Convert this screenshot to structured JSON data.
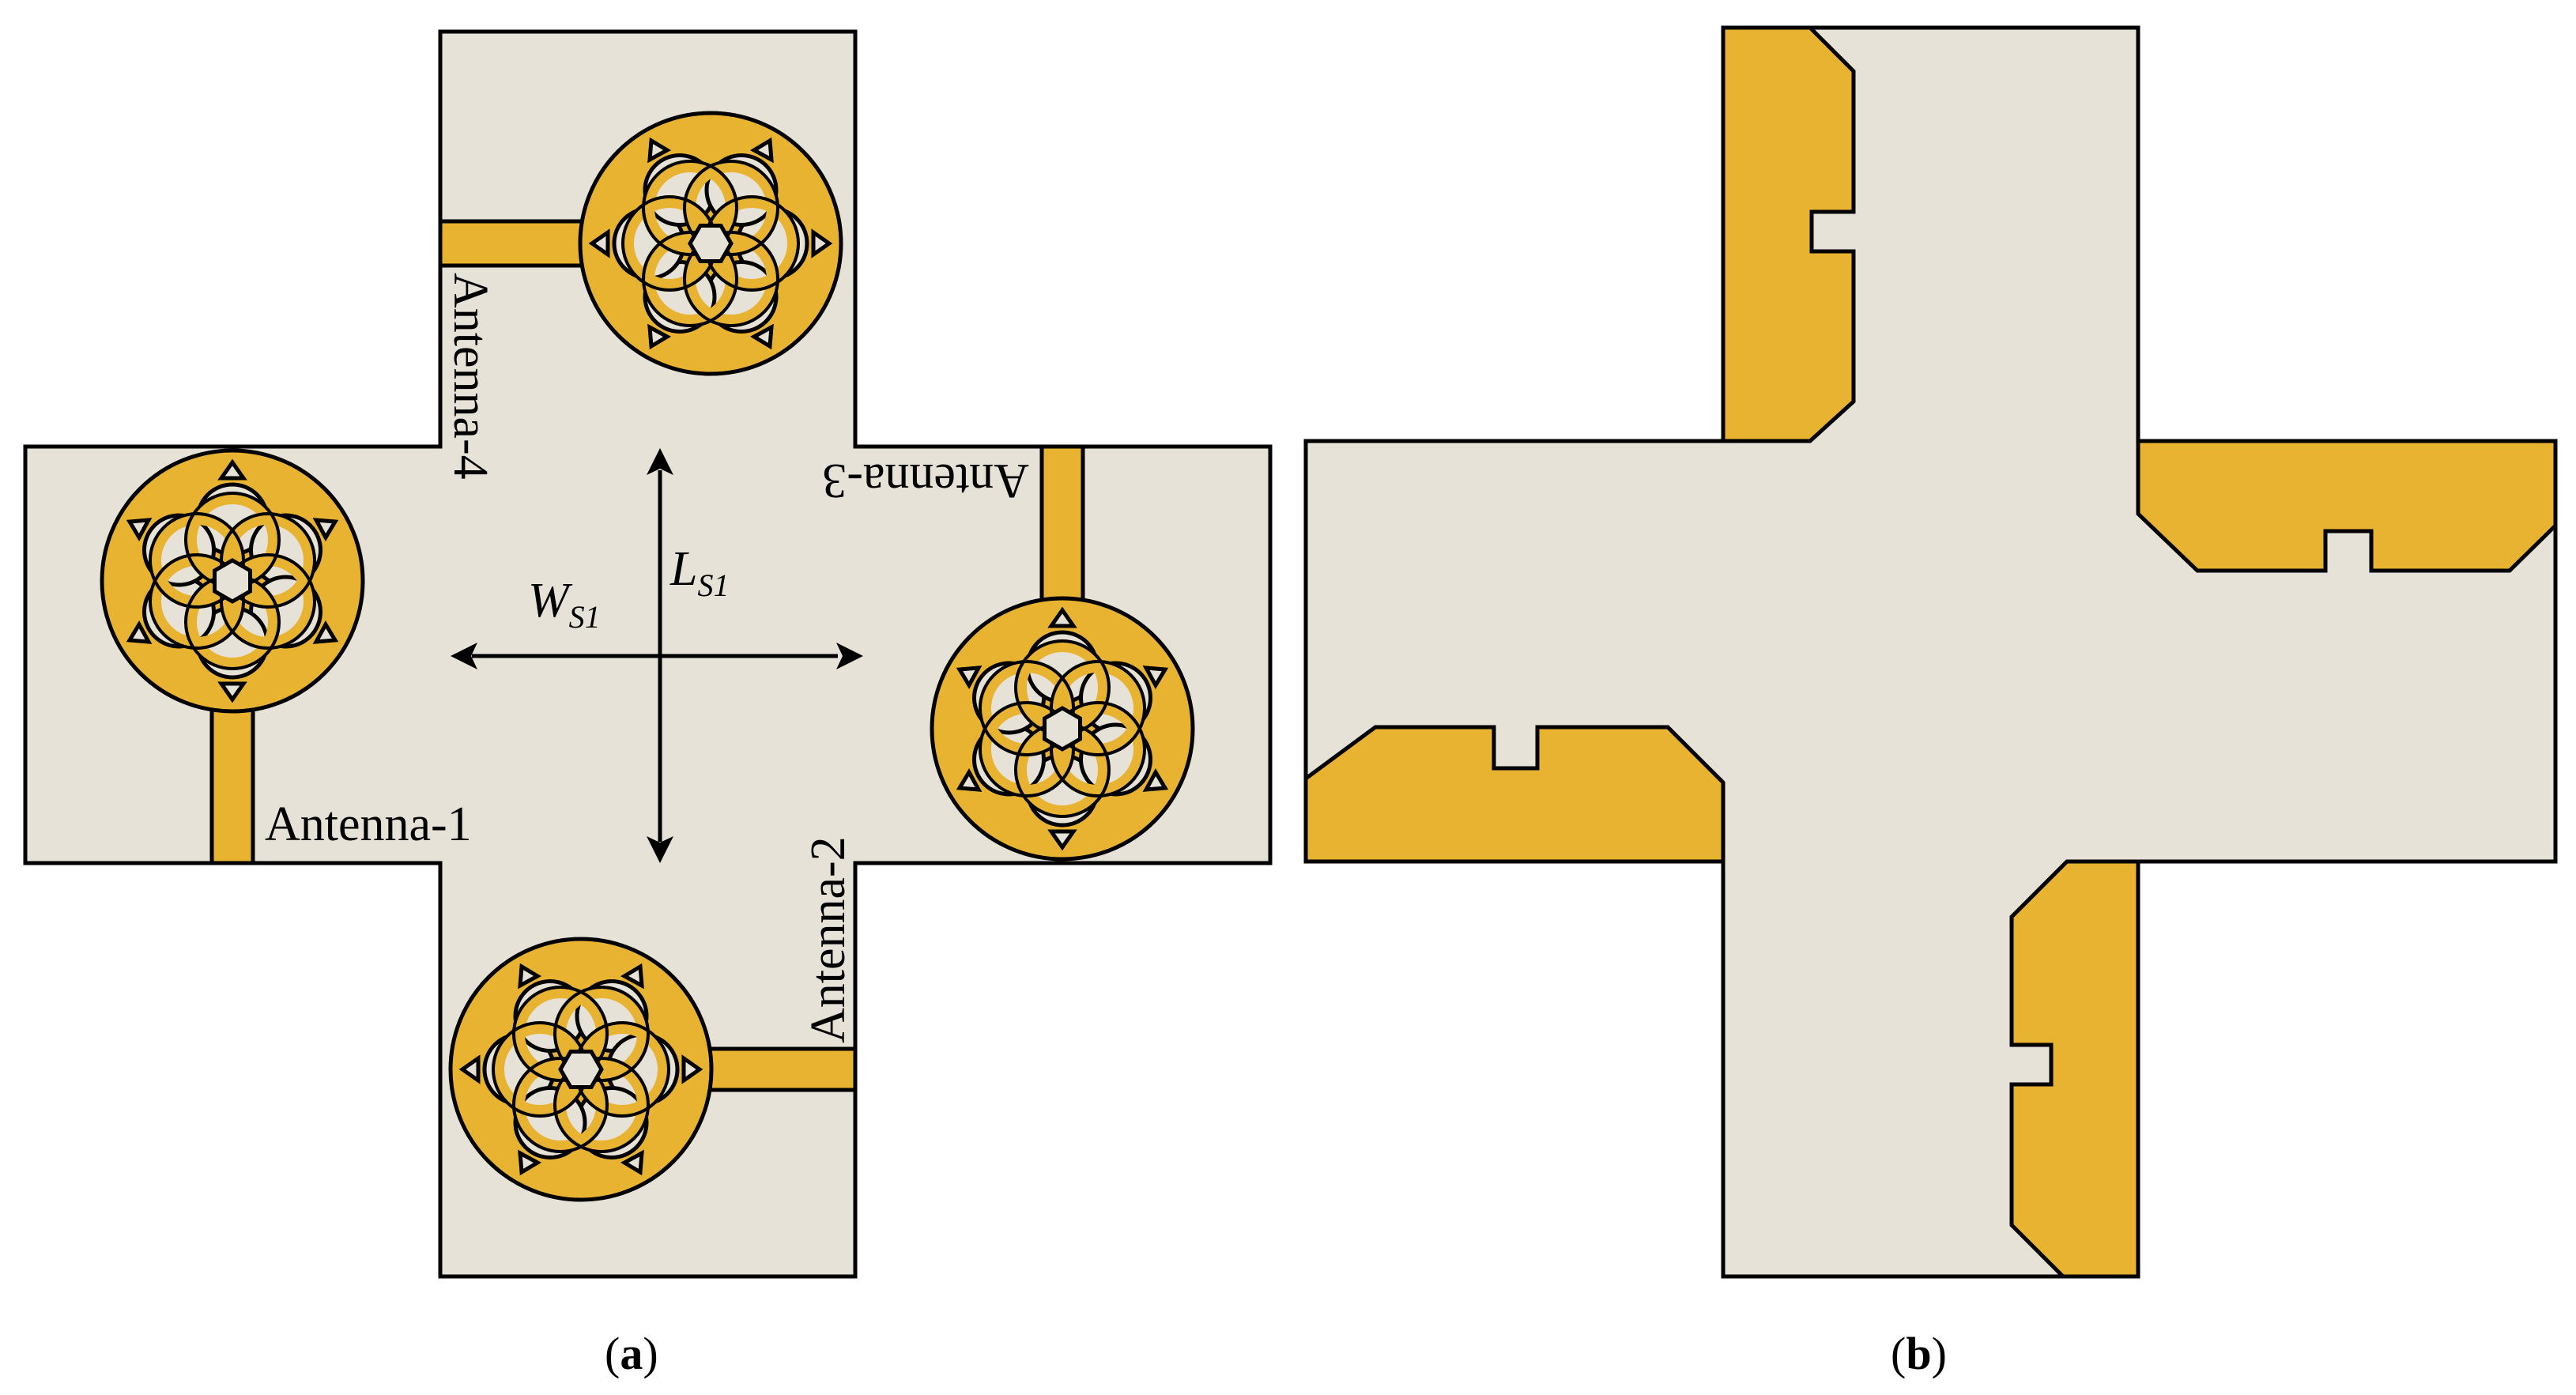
{
  "panel_a": {
    "caption_open": "(",
    "caption_letter": "a",
    "caption_close": ")",
    "antenna_labels": {
      "a1": "Antenna-1",
      "a2": "Antenna-2",
      "a3": "Antenna-3",
      "a4": "Antenna-4"
    },
    "dimension_w": {
      "main": "W",
      "sub": "S1"
    },
    "dimension_l": {
      "main": "L",
      "sub": "S1"
    }
  },
  "panel_b": {
    "caption_open": "(",
    "caption_letter": "b",
    "caption_close": ")"
  },
  "colors": {
    "substrate": "#e6e2d8",
    "copper": "#e9b332",
    "outline": "#000000"
  }
}
